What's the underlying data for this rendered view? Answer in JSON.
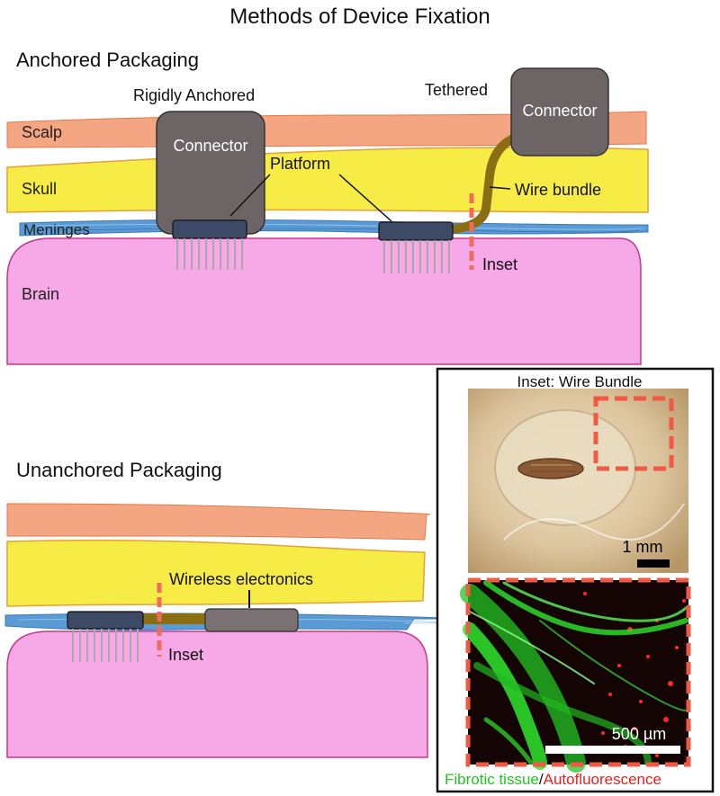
{
  "title": "Methods of Device Fixation",
  "anchored": {
    "heading": "Anchored Packaging",
    "rigid_label": "Rigidly Anchored",
    "tethered_label": "Tethered",
    "connector_label": "Connector",
    "platform_label": "Platform",
    "wire_bundle_label": "Wire bundle",
    "inset_label": "Inset",
    "layers": {
      "scalp": "Scalp",
      "skull": "Skull",
      "meninges": "Meninges",
      "brain": "Brain"
    }
  },
  "unanchored": {
    "heading": "Unanchored Packaging",
    "wireless_label": "Wireless electronics",
    "inset_label": "Inset"
  },
  "inset_panel": {
    "title": "Inset: Wire Bundle",
    "scale_top": "1 mm",
    "scale_bottom": "500 µm",
    "caption_green": "Fibrotic tissue",
    "caption_sep": "/",
    "caption_red": "Autofluorescence"
  },
  "colors": {
    "scalp": "#f4a582",
    "skull": "#f7ec45",
    "meninges": "#5b9bd5",
    "brain": "#f7a8e6",
    "brain_edge": "#c03a8c",
    "connector": "#6d6565",
    "platform": "#3d4a66",
    "wire": "#8b6d14",
    "inset_dash": "#ef6b5a",
    "fibrotic": "#2ee62e",
    "autofluor": "#ff2020"
  }
}
